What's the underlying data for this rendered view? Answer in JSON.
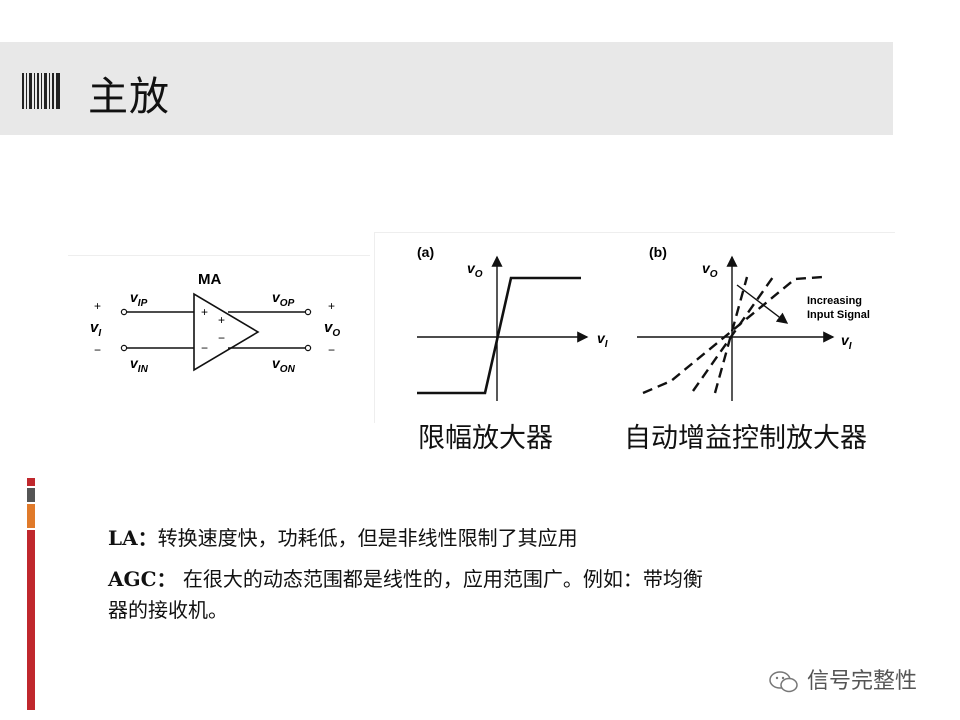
{
  "header": {
    "title": "主放"
  },
  "amplifier": {
    "label": "MA",
    "in_plus": "+",
    "in_minus": "−",
    "out_plus": "+",
    "out_minus": "−",
    "vip": "v",
    "vip_sub": "IP",
    "vin": "v",
    "vin_sub": "IN",
    "vi": "v",
    "vi_sub": "I",
    "vop": "v",
    "vop_sub": "OP",
    "von": "v",
    "von_sub": "ON",
    "vo": "v",
    "vo_sub": "O",
    "opamp_plus_in": "+",
    "opamp_minus_in": "−",
    "opamp_plus_out": "+",
    "opamp_minus_out": "−"
  },
  "plot_a": {
    "tag": "(a)",
    "ylabel": "v",
    "ylabel_sub": "O",
    "xlabel": "v",
    "xlabel_sub": "I"
  },
  "plot_b": {
    "tag": "(b)",
    "ylabel": "v",
    "ylabel_sub": "O",
    "xlabel": "v",
    "xlabel_sub": "I",
    "note_line1": "Increasing",
    "note_line2": "Input Signal"
  },
  "captions": {
    "left": "限幅放大器",
    "right": "自动增益控制放大器"
  },
  "body": {
    "la_label": "LA：",
    "la_text": "转换速度快，功耗低，但是非线性限制了其应用",
    "agc_label": "AGC：",
    "agc_text_line1": "在很大的动态范围都是线性的，应用范围广。例如：带均衡",
    "agc_text_line2": "器的接收机。"
  },
  "watermark": {
    "text": "信号完整性"
  },
  "colors": {
    "title_bar": "#e8e8e8",
    "accent_red": "#c0282d",
    "accent_orange": "#e07a2a",
    "accent_gray": "#555555"
  }
}
